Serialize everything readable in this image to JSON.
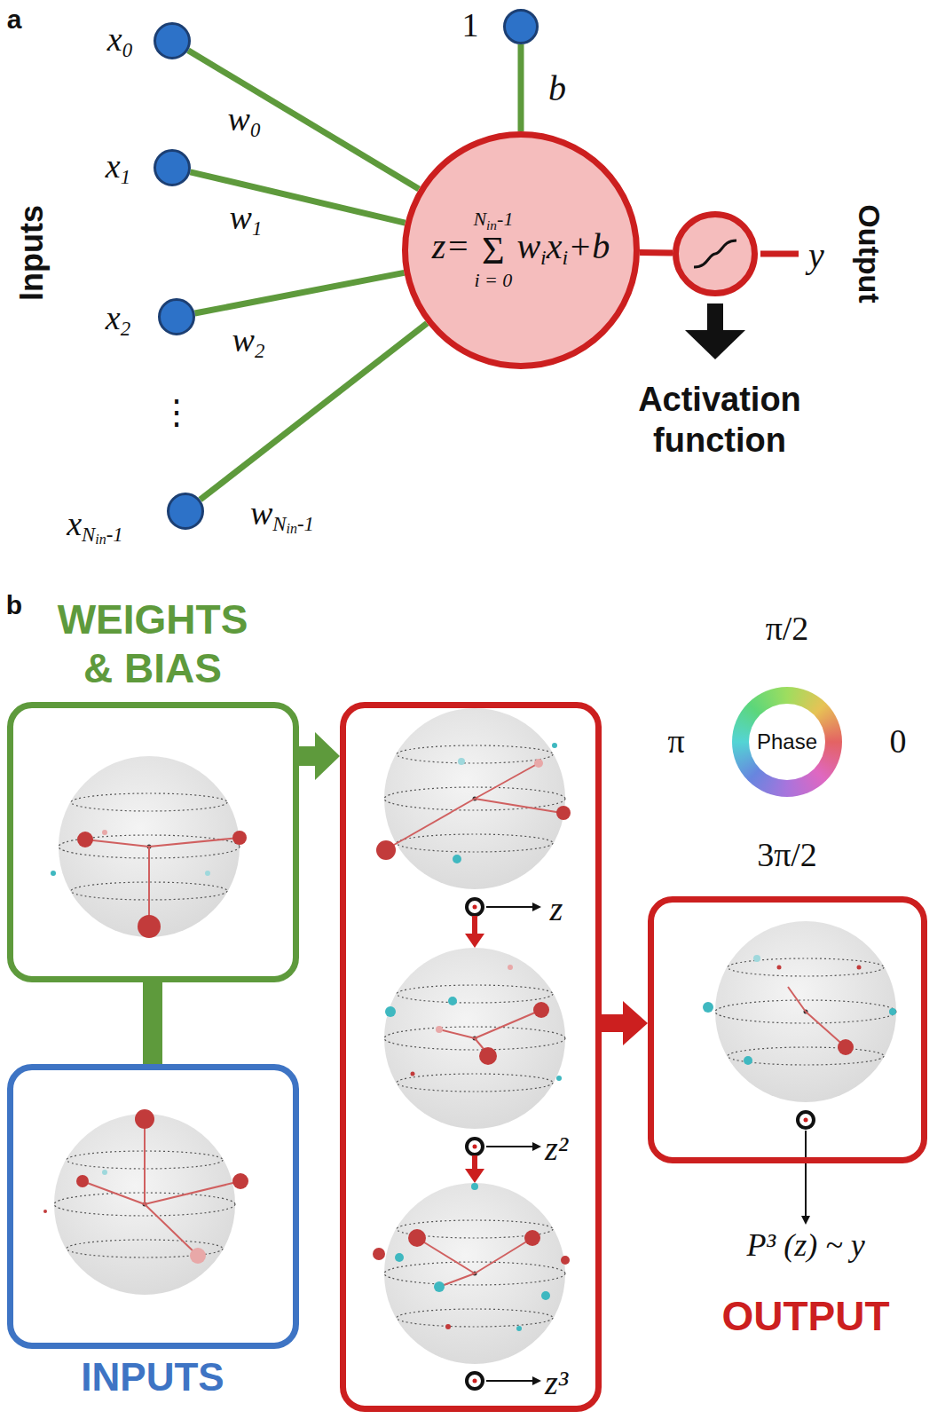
{
  "diagram": {
    "nodes": [
      {
        "text": [
          "x",
          "0"
        ]
      },
      {
        "text": [
          "x",
          "1"
        ]
      },
      {
        "text": [
          "x",
          "2"
        ]
      },
      {
        "text": [
          "x",
          "N",
          "in",
          "-1"
        ]
      },
      {
        "text": [
          "1"
        ]
      },
      {
        "text": [
          "z=",
          "N",
          "in",
          "-1",
          "Σ",
          "i = 0",
          "w",
          "i",
          "x",
          "i",
          "+b"
        ]
      },
      {
        "text": [
          "Activation function"
        ]
      },
      {
        "text": [
          "WEIGHTS & BIAS"
        ]
      },
      {
        "text": [
          "INPUTS"
        ]
      },
      {
        "text": []
      },
      {
        "text": [
          "z"
        ],
        "in": 9
      },
      {
        "text": [
          "z²"
        ],
        "in": 9
      },
      {
        "text": [
          "z³"
        ],
        "in": 9
      },
      {
        "text": [
          "P³ (z) ~ y",
          "OUTPUT"
        ]
      }
    ],
    "edges": [
      {
        "from": 0,
        "to": 5,
        "arrow": "none"
      },
      {
        "from": 1,
        "to": 5,
        "arrow": "none"
      },
      {
        "from": 2,
        "to": 5,
        "arrow": "none"
      },
      {
        "from": 3,
        "to": 5,
        "arrow": "none"
      },
      {
        "from": 4,
        "to": 5,
        "label": "b",
        "arrow": "none"
      },
      {
        "from": 5,
        "to": 6,
        "arrow": "none"
      },
      {
        "from": 7,
        "to": 9,
        "arrow": "to"
      },
      {
        "from": 7,
        "to": 8,
        "arrow": "none"
      },
      {
        "from": 9,
        "to": 13,
        "arrow": "to"
      },
      {
        "from": 10,
        "to": 11,
        "arrow": "to"
      },
      {
        "from": 11,
        "to": 12,
        "arrow": "to"
      }
    ],
    "labels": [
      "a",
      "Inputs",
      "⋮",
      "w",
      "0",
      "w",
      "1",
      "w",
      "2",
      "w",
      "N",
      "in",
      "-1",
      "y",
      "Output",
      "b",
      "π/2",
      "π",
      "Phase",
      "0",
      "3π/2"
    ]
  }
}
